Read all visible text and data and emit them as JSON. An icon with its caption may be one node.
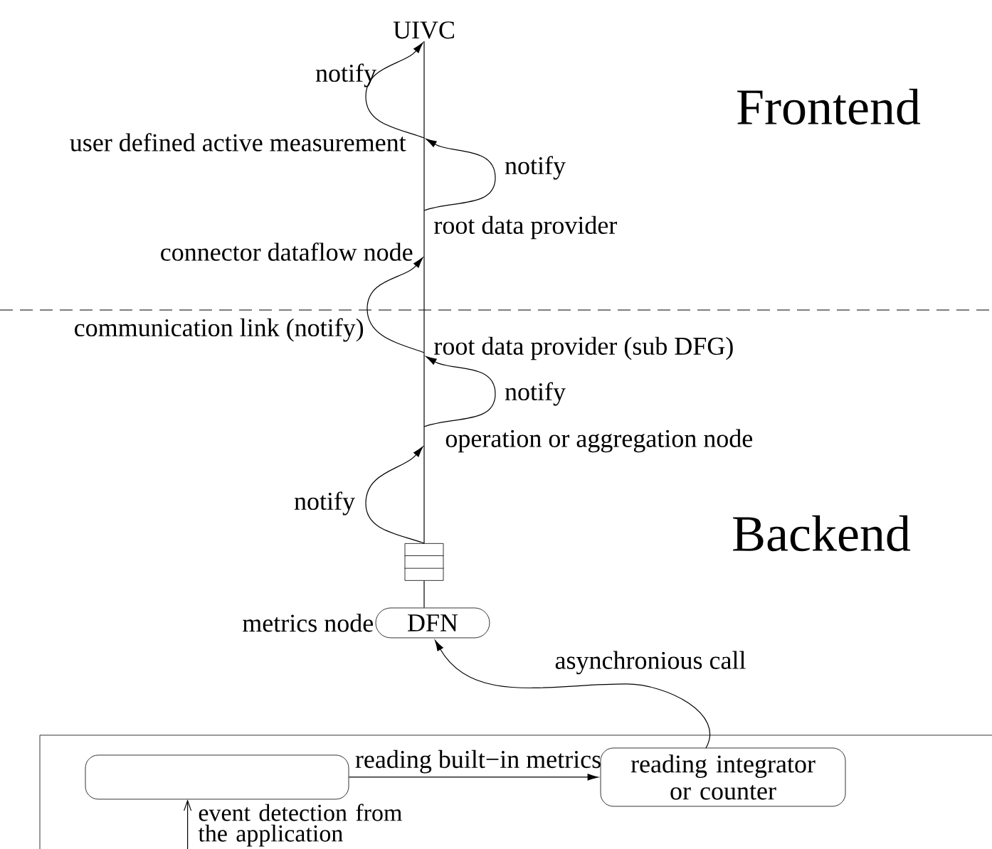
{
  "diagram": {
    "nodes": [
      {
        "text": [
          "UIVC"
        ]
      },
      {
        "text": [
          "user defined active measurement"
        ]
      },
      {
        "text": [
          "root data provider"
        ]
      },
      {
        "text": [
          "connector dataflow node"
        ]
      },
      {
        "text": [
          "root data provider (sub DFG)"
        ]
      },
      {
        "text": [
          "operation or aggregation node"
        ]
      },
      {
        "text": [],
        "shape": "queue"
      },
      {
        "text": [
          "DFN"
        ],
        "beside": [
          "metrics node"
        ]
      },
      {
        "text": [],
        "shape": "box"
      },
      {
        "text": [],
        "shape": "box",
        "in": 8
      },
      {
        "text": [
          "reading integrator or counter"
        ],
        "in": 8
      }
    ],
    "edges": [
      {
        "from": 2,
        "to": 1,
        "arrow": "to",
        "label": "notify"
      },
      {
        "from": 1,
        "to": 0,
        "arrow": "to",
        "label": "notify"
      },
      {
        "from": 4,
        "to": 3,
        "arrow": "to",
        "label": "communication link (notify)"
      },
      {
        "from": 5,
        "to": 4,
        "arrow": "to",
        "label": "notify"
      },
      {
        "from": 6,
        "to": 5,
        "arrow": "to",
        "label": "notify"
      },
      {
        "from": 0,
        "to": 6,
        "arrow": "none"
      },
      {
        "from": 6,
        "to": 7,
        "arrow": "none"
      },
      {
        "from": 9,
        "to": 10,
        "arrow": "to",
        "label": "reading built−in metrics"
      },
      {
        "from": 10,
        "to": 7,
        "arrow": "to",
        "label": "asynchronious call"
      },
      {
        "from": null,
        "to": 9,
        "arrow": "to",
        "label": "event detection from the application"
      }
    ],
    "labels": [
      "Frontend",
      "Backend"
    ]
  }
}
